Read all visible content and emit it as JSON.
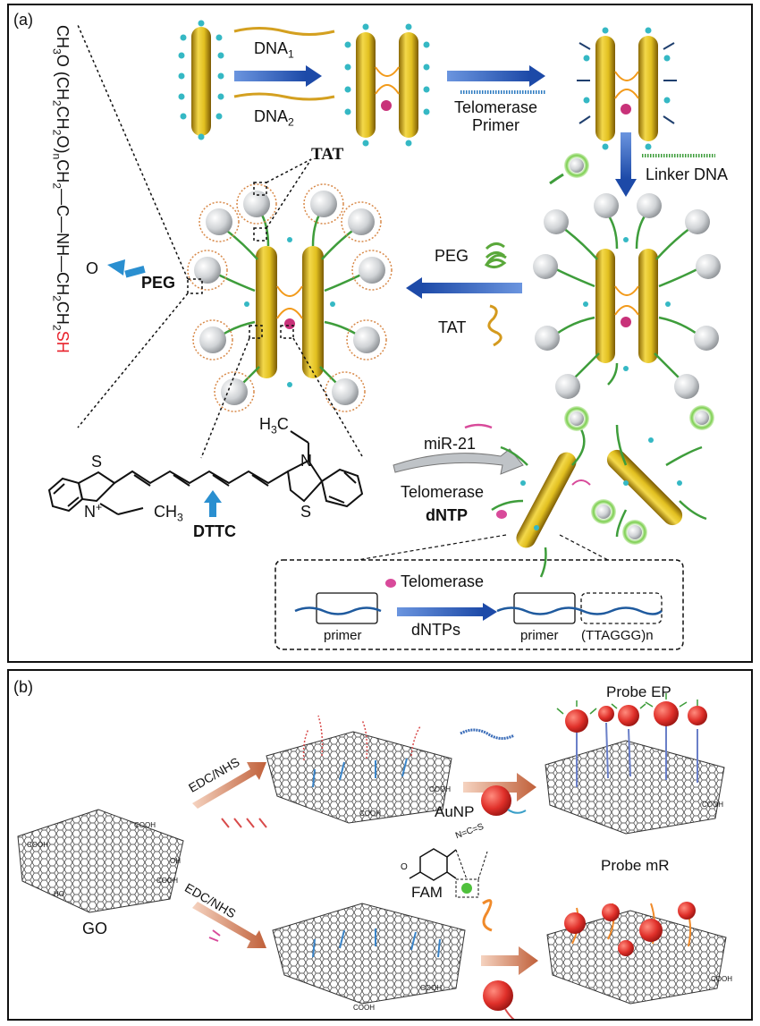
{
  "panel_a": {
    "label": "(a)",
    "dna1": "DNA",
    "dna1_sub": "1",
    "dna2": "DNA",
    "dna2_sub": "2",
    "telomerase_primer_line1": "Telomerase",
    "telomerase_primer_line2": "Primer",
    "linker_dna": "Linker DNA",
    "tat": "TAT",
    "peg_bold": "PEG",
    "peg": "PEG",
    "tat2": "TAT",
    "peg_formula": {
      "p1": "CH",
      "p1_sub": "3",
      "p2": "O ",
      "p3": "(CH",
      "p3_sub": "2",
      "p4": "CH",
      "p4_sub": "2",
      "p5": "O",
      "p6": ")",
      "p6_sub": "n",
      "p7": "CH",
      "p7_sub": "2",
      "p8": "—C—NH—CH",
      "p8_sub": "2",
      "p9": "CH",
      "p9_sub": "2",
      "sh": "SH",
      "carbonyl_o": "O"
    },
    "dttc_s1": "S",
    "dttc_n1": "N",
    "dttc_plus": "+",
    "dttc_ch3_left": "CH",
    "dttc_ch3_left_sub": "3",
    "dttc_h3c": "H",
    "dttc_h3c_sub": "3",
    "dttc_h3c_c": "C",
    "dttc_n2": "N",
    "dttc_s2": "S",
    "dttc": "DTTC",
    "mir21": "miR-21",
    "telomerase": "Telomerase",
    "dntp": "dNTP",
    "inset": {
      "telomerase": "Telomerase",
      "dntps": "dNTPs",
      "primer_left": "primer",
      "primer_right": "primer",
      "repeat": "(TTAGGG)n"
    }
  },
  "panel_b": {
    "label": "(b)",
    "edc_top": "EDC/NHS",
    "edc_bottom": "EDC/NHS",
    "go": "GO",
    "aunp": "AuNP",
    "fam": "FAM",
    "probe_ep": "Probe EP",
    "probe_mr": "Probe mR",
    "cooh": "COOH",
    "oh": "OH",
    "ho": "HO",
    "o": "O",
    "ncs": "N=C=S"
  },
  "colors": {
    "gold_rod": "#d8b512",
    "teal_dot": "#35b8c4",
    "arrow_blue": "#2257b8",
    "arrow_copper": "#c9714a",
    "dna_green": "#3e9d3b",
    "peg_green": "#5aa83a",
    "au_red": "#d33a2a",
    "sphere_gray": "#d6d9dc",
    "sh_red": "#e8202a"
  }
}
